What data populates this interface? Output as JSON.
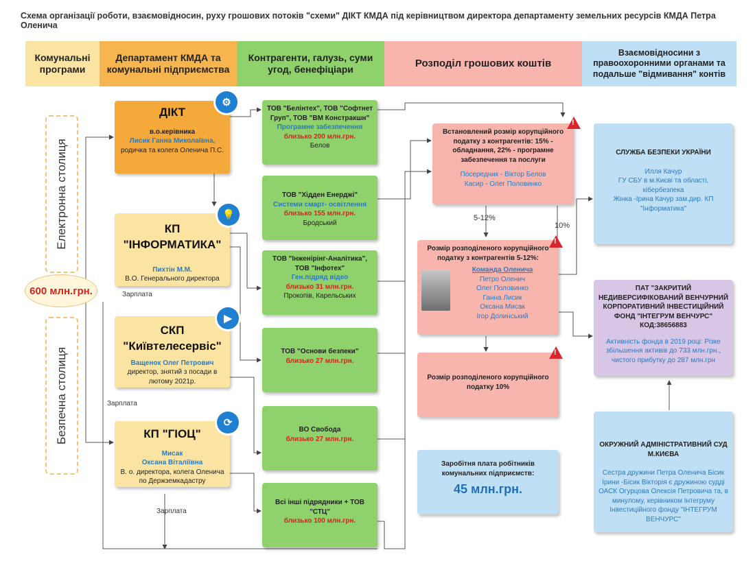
{
  "title": "Схема організації роботи, взаємовідносин, руху грошових потоків \"схеми\" ДІКТ КМДА під керівництвом директора департаменту земельних ресурсів КМДА Петра Оленича",
  "headers": {
    "h1": "Комунальні програми",
    "h2": "Департамент КМДА та комунальні підприємства",
    "h3": "Контрагенти, галузь, суми угод, бенефіціари",
    "h4": "Розподіл грошових коштів",
    "h5": "Взаємовідносини з правоохоронними органами та подальше \"відмивання\" контів"
  },
  "programs": {
    "top": "Електронна столиця",
    "bottom": "Безпечна столиця",
    "total": "600 млн.грн."
  },
  "departments": {
    "dikt": {
      "name": "ДІКТ",
      "role": "в.о.керівника",
      "person": "Лисик Ганна Миколаївна,",
      "note": "родичка та колега Оленича П.С."
    },
    "informatyka": {
      "name": "КП \"ІНФОРМАТИКА\"",
      "person": "Пихтін М.М.",
      "note": "В.О. Генерального директора"
    },
    "kts": {
      "name": "СКП \"Київтелесервіс\"",
      "person": "Ващенок Олег Петрович",
      "note": "директор, знятий з посади в лютому 2021р."
    },
    "giots": {
      "name": "КП \"ГІОЦ\"",
      "person1": "Мисак",
      "person2": "Оксана Віталіївна",
      "note": "В. о. директора, колега Оленича по Держземкадастру"
    }
  },
  "contractors": [
    {
      "name": "ТОВ \"Белінтех\", ТОВ \"Софтнет Груп\", ТОВ \"ВМ Констракшн\"",
      "field": "Програмне забезпечення",
      "amount": "близько 200 млн.грн.",
      "ben": "Белов"
    },
    {
      "name": "ТОВ \"Хідден Енерджі\"",
      "field": "Системи смарт- освітлення",
      "amount": "близько 155 млн.грн.",
      "ben": "Бродський"
    },
    {
      "name": "ТОВ \"Інженірінг-Аналітика\", ТОВ \"Інфотех\"",
      "field": "Ген.підряд відео",
      "amount": "близько 31 млн.грн.",
      "ben": "Прокопів, Карельських"
    },
    {
      "name": "ТОВ \"Основи безпеки\"",
      "field": "",
      "amount": "близько 27 млн.грн.",
      "ben": ""
    },
    {
      "name": "ВО Свобода",
      "field": "",
      "amount": "близько 27 млн.грн.",
      "ben": ""
    },
    {
      "name": "Всі інші підрядники + ТОВ \"СТЦ\"",
      "field": "",
      "amount": "близько 100 млн.грн.",
      "ben": ""
    }
  ],
  "distribution": {
    "d1": {
      "text": "Встановлений розмір корупційного податку з контрагентів: 15% - обладнання, 22% - програмне забезпечення та послуги",
      "p1": "Посередник - Віктор Белов",
      "p2": "Касир - Олег Половинко"
    },
    "d2": {
      "text": "Розмір розподіленого корупційного податку з контрагентів 5-12%:",
      "team": "Команда Оленича",
      "m1": "Петро Оленич",
      "m2": "Олег Половинко",
      "m3": "Ганна Лисик",
      "m4": "Оксана Мисак",
      "m5": "Ігор Долинський"
    },
    "d3": {
      "text": "Розмір розподіленого корупційного податку 10%"
    },
    "salary": {
      "text": "Заробітня плата робітників комунальних підприємств:",
      "amount": "45 млн.грн."
    },
    "pct1": "5-12%",
    "pct2": "10%",
    "zp": "Зарплата"
  },
  "law": {
    "sbu": {
      "name": "СЛУЖБА БЕЗПЕКИ УКРАЇНИ",
      "p1": "Илля Качур",
      "p2": "ГУ СБУ в м.Києві та області, кібербезпека",
      "p3": "Жінка -Ірина Качур зам.дир. КП \"Інформатика\""
    },
    "fund": {
      "name": "ПАТ \"ЗАКРИТИЙ НЕДИВЕРСИФІКОВАНИЙ ВЕНЧУРНИЙ КОРПОРАТИВНИЙ ІНВЕСТИЦІЙНИЙ ФОНД \"ІНТЕГРУМ ВЕНЧУРС\"",
      "code": "КОД:38656883",
      "note": "Активність фонда в 2019 році: Різке збільшення активів до 733 млн.грн., чистого прибутку до 287 млн.грн"
    },
    "court": {
      "name": "ОКРУЖНИЙ АДМІНІСТРАТИВНИЙ СУД М.КИЄВА",
      "note": "Сестра дружини Петра Оленича Бісик Ірини -Бісик Вікторія є дружиною судді ОАСК Огурцова Олексія Петровича та, в минулому, керівником Інтегруму Інвестиційного фонду \"ІНТЕГРУМ ВЕНЧУРС\""
    }
  },
  "colors": {
    "orange": "#f6a93b",
    "yellow": "#fbe4a1",
    "green": "#8fd16a",
    "pink": "#f7b5ad",
    "blue": "#bfdff5",
    "purple": "#d8c6e6",
    "red": "#d6231c",
    "link": "#2a7bc0"
  }
}
